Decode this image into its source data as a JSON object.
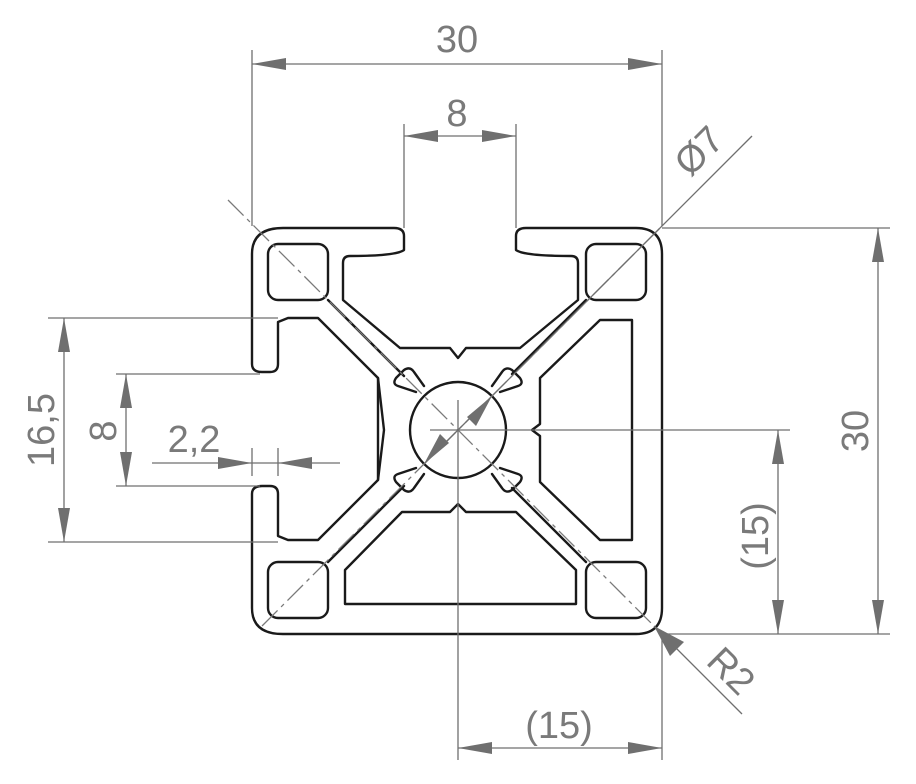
{
  "drawing": {
    "width_label": "30",
    "slot_width_label": "8",
    "bore_label": "Ø7",
    "height_label": "30",
    "side_offset_label": "16,5",
    "side_slot_label": "8",
    "wall_thickness_label": "2,2",
    "half_height_label": "(15)",
    "half_width_label": "(15)",
    "corner_radius_label": "R2"
  },
  "colors": {
    "outline": "#1a1a1a",
    "dimension": "#6f6f6f",
    "background": "#ffffff"
  }
}
